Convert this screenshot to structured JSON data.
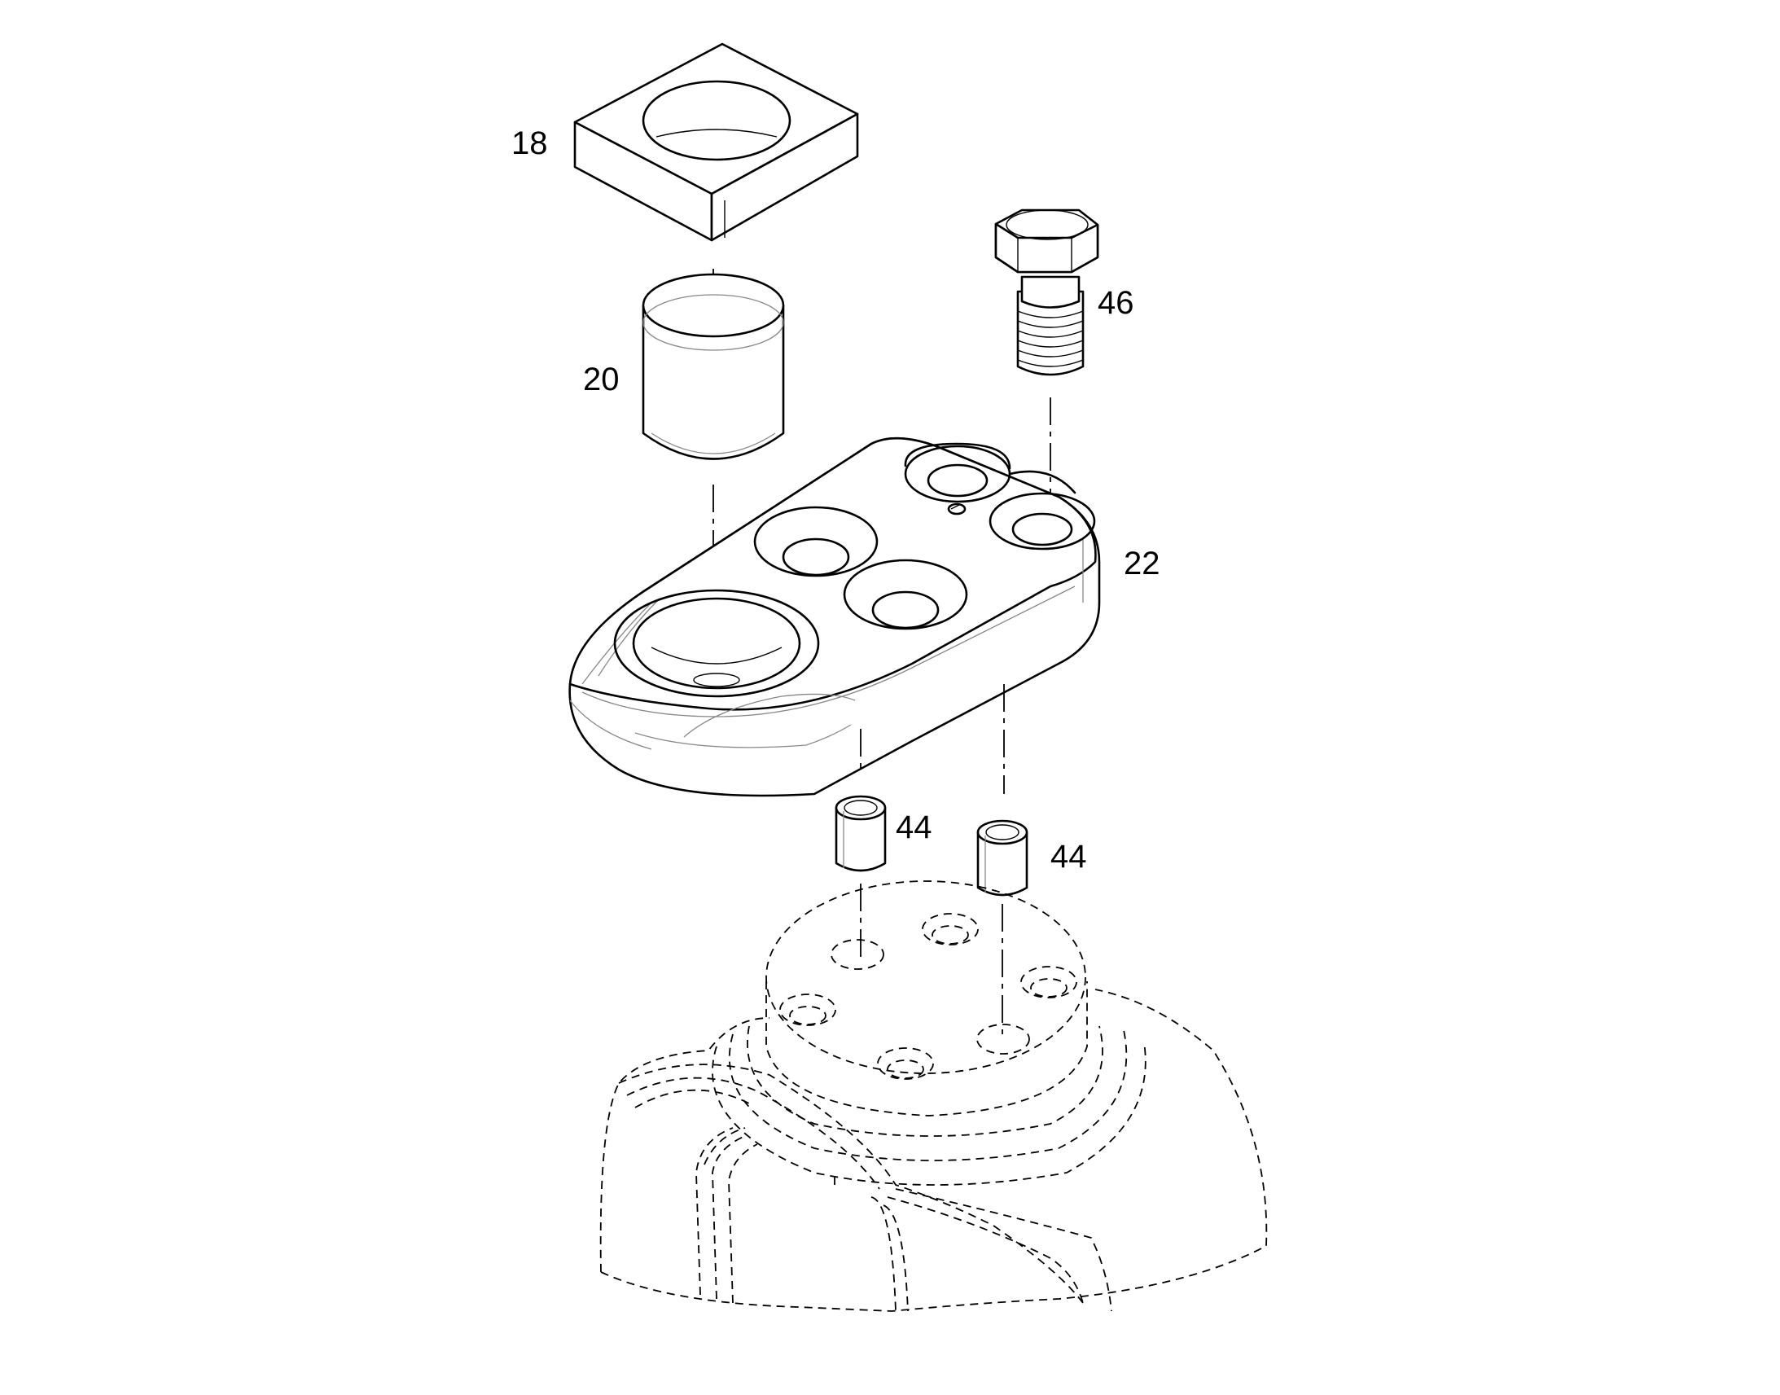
{
  "callouts": {
    "part_18": "18",
    "part_20": "20",
    "part_22": "22",
    "part_44_left": "44",
    "part_44_right": "44",
    "part_46": "46"
  }
}
